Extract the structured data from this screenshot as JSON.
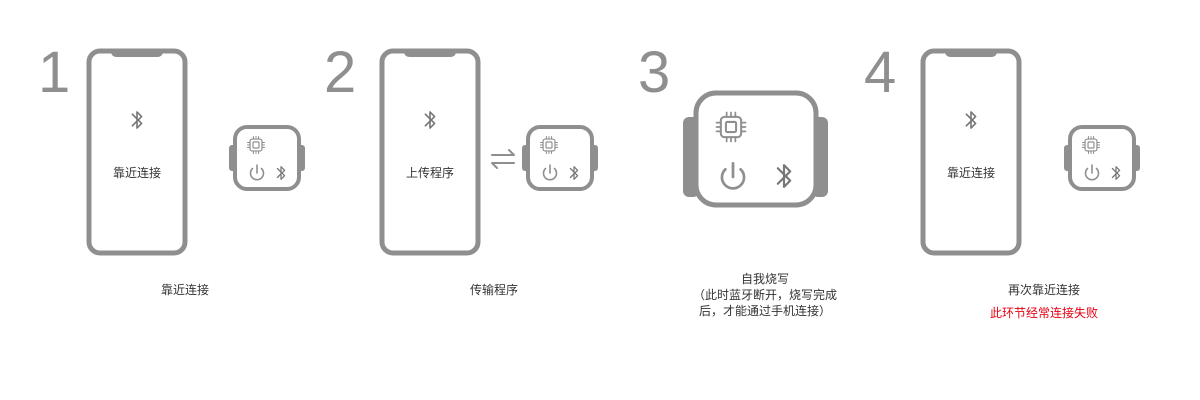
{
  "steps": [
    {
      "number": "1",
      "screen_text": "靠近连接",
      "caption": "靠近连接"
    },
    {
      "number": "2",
      "screen_text": "上传程序",
      "caption": "传输程序"
    },
    {
      "number": "3",
      "caption_lines": [
        "自我烧写",
        "（此时蓝牙断开，烧写完成",
        "后，才能通过手机连接）"
      ]
    },
    {
      "number": "4",
      "screen_text": "靠近连接",
      "caption": "再次靠近连接",
      "warning": "此环节经常连接失败"
    }
  ],
  "colors": {
    "device_gray": "#8f8f8f",
    "text": "#333333",
    "warning": "#e60012"
  }
}
